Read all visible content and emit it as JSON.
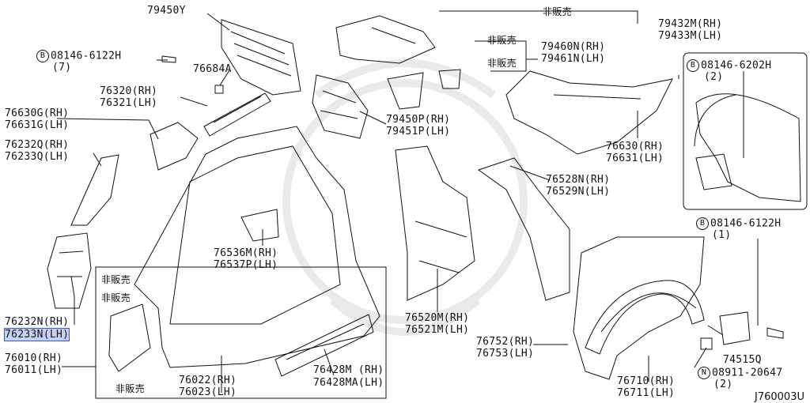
{
  "diagram_id": "J760003U",
  "not_for_sale": "非販売",
  "labels": {
    "p79450y": "79450Y",
    "p08146_6122h_7": "08146-6122H",
    "qty_7": "(7)",
    "p76684a": "76684A",
    "p76320": "76320(RH)",
    "p76321": "76321(LH)",
    "p76630g": "76630G(RH)",
    "p76631g": "76631G(LH)",
    "p76232q": "76232Q(RH)",
    "p76233q": "76233Q(LH)",
    "p76232n": "76232N(RH)",
    "p76233n": "76233N(LH)",
    "p76010": "76010(RH)",
    "p76011": "76011(LH)",
    "p76022": "76022(RH)",
    "p76023": "76023(LH)",
    "p76428m": "76428M (RH)",
    "p76428ma": "76428MA(LH)",
    "p76536m": "76536M(RH)",
    "p76537p": "76537P(LH)",
    "p79450p": "79450P(RH)",
    "p79451p": "79451P(LH)",
    "p79432m": "79432M(RH)",
    "p79433m": "79433M(LH)",
    "p79460n": "79460N(RH)",
    "p79461n": "79461N(LH)",
    "p08146_6202h": "08146-6202H",
    "qty_2a": "(2)",
    "p76630": "76630(RH)",
    "p76631": "76631(LH)",
    "p76528n": "76528N(RH)",
    "p76529n": "76529N(LH)",
    "p76520m": "76520M(RH)",
    "p76521m": "76521M(LH)",
    "p08146_6122h_1": "08146-6122H",
    "qty_1": "(1)",
    "p74515q": "74515Q",
    "p76752": "76752(RH)",
    "p76753": "76753(LH)",
    "p76710": "76710(RH)",
    "p76711": "76711(LH)",
    "p08911_20647": "08911-20647",
    "qty_2b": "(2)"
  },
  "markers": {
    "bolt": "B",
    "nut": "N"
  }
}
